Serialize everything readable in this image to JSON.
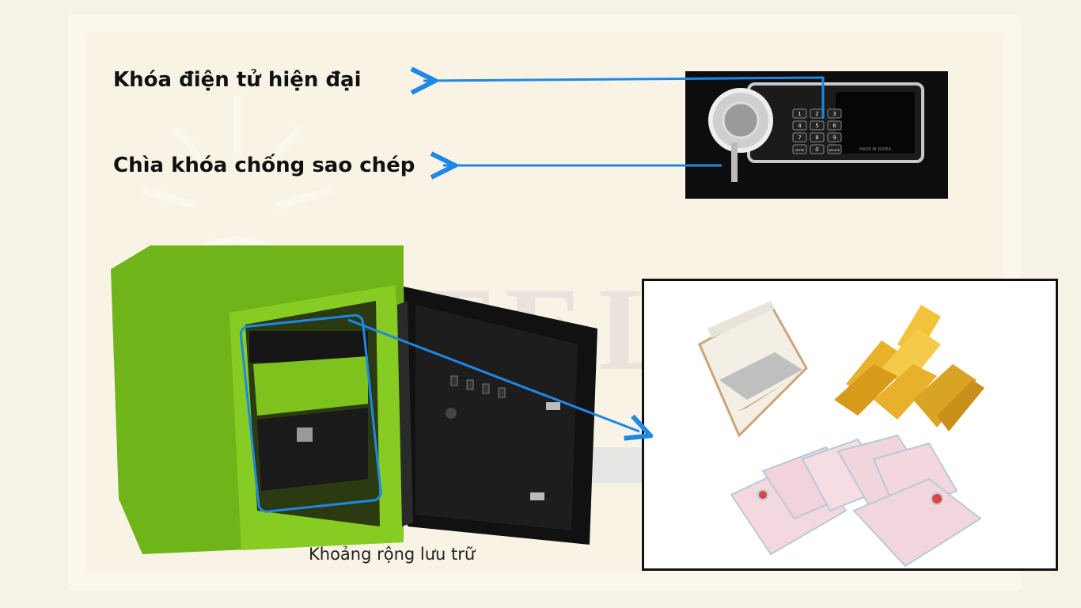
{
  "labels": {
    "electronic_lock": "Khóa điện tử hiện đại",
    "anti_copy_key": "Chìa khóa chống sao chép",
    "storage_space": "Khoảng rộng lưu trữ"
  },
  "keypad": {
    "keys": [
      "1",
      "2",
      "3",
      "4",
      "5",
      "6",
      "7",
      "8",
      "9",
      "ENTER",
      "0",
      "DELETE"
    ],
    "panel_text": "MADE IN KOREA"
  },
  "watermark": {
    "text": "TELINE"
  },
  "colors": {
    "arrow": "#1e88e5",
    "safe_body": "#7dc31a",
    "safe_door": "#111111",
    "gold": "#e2a81c"
  }
}
